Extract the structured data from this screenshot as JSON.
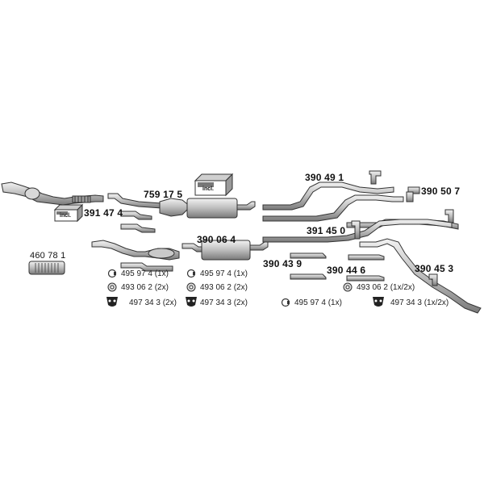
{
  "parts": {
    "p460781": "460 78 1",
    "p391474": "391 47 4",
    "p759175": "759 17 5",
    "p390064": "390 06 4",
    "p390491": "390 49 1",
    "p390507": "390 50 7",
    "p391450": "391 45 0",
    "p390439": "390 43 9",
    "p390446": "390 44 6",
    "p390453": "390 45 3"
  },
  "kits": {
    "incl": "incl."
  },
  "accessories": {
    "col1": [
      "495 97 4 (1x)",
      "493 06 2 (2x)",
      "497 34 3 (2x)"
    ],
    "col2": [
      "495 97 4 (1x)",
      "493 06 2 (2x)",
      "497 34 3 (2x)"
    ],
    "col3": [
      "495 97 4 (1x)"
    ],
    "col4": [
      "493 06 2 (1x/2x)",
      "497 34 3 (1x/2x)"
    ]
  },
  "icons": {
    "clamp": "pipe-clamp-icon",
    "ring": "sealing-ring-icon",
    "hanger": "rubber-hanger-icon",
    "kit": "mounting-kit-icon"
  },
  "colors": {
    "line": "#333333",
    "fill": "#cfcfcf",
    "shade": "#9a9a9a"
  }
}
